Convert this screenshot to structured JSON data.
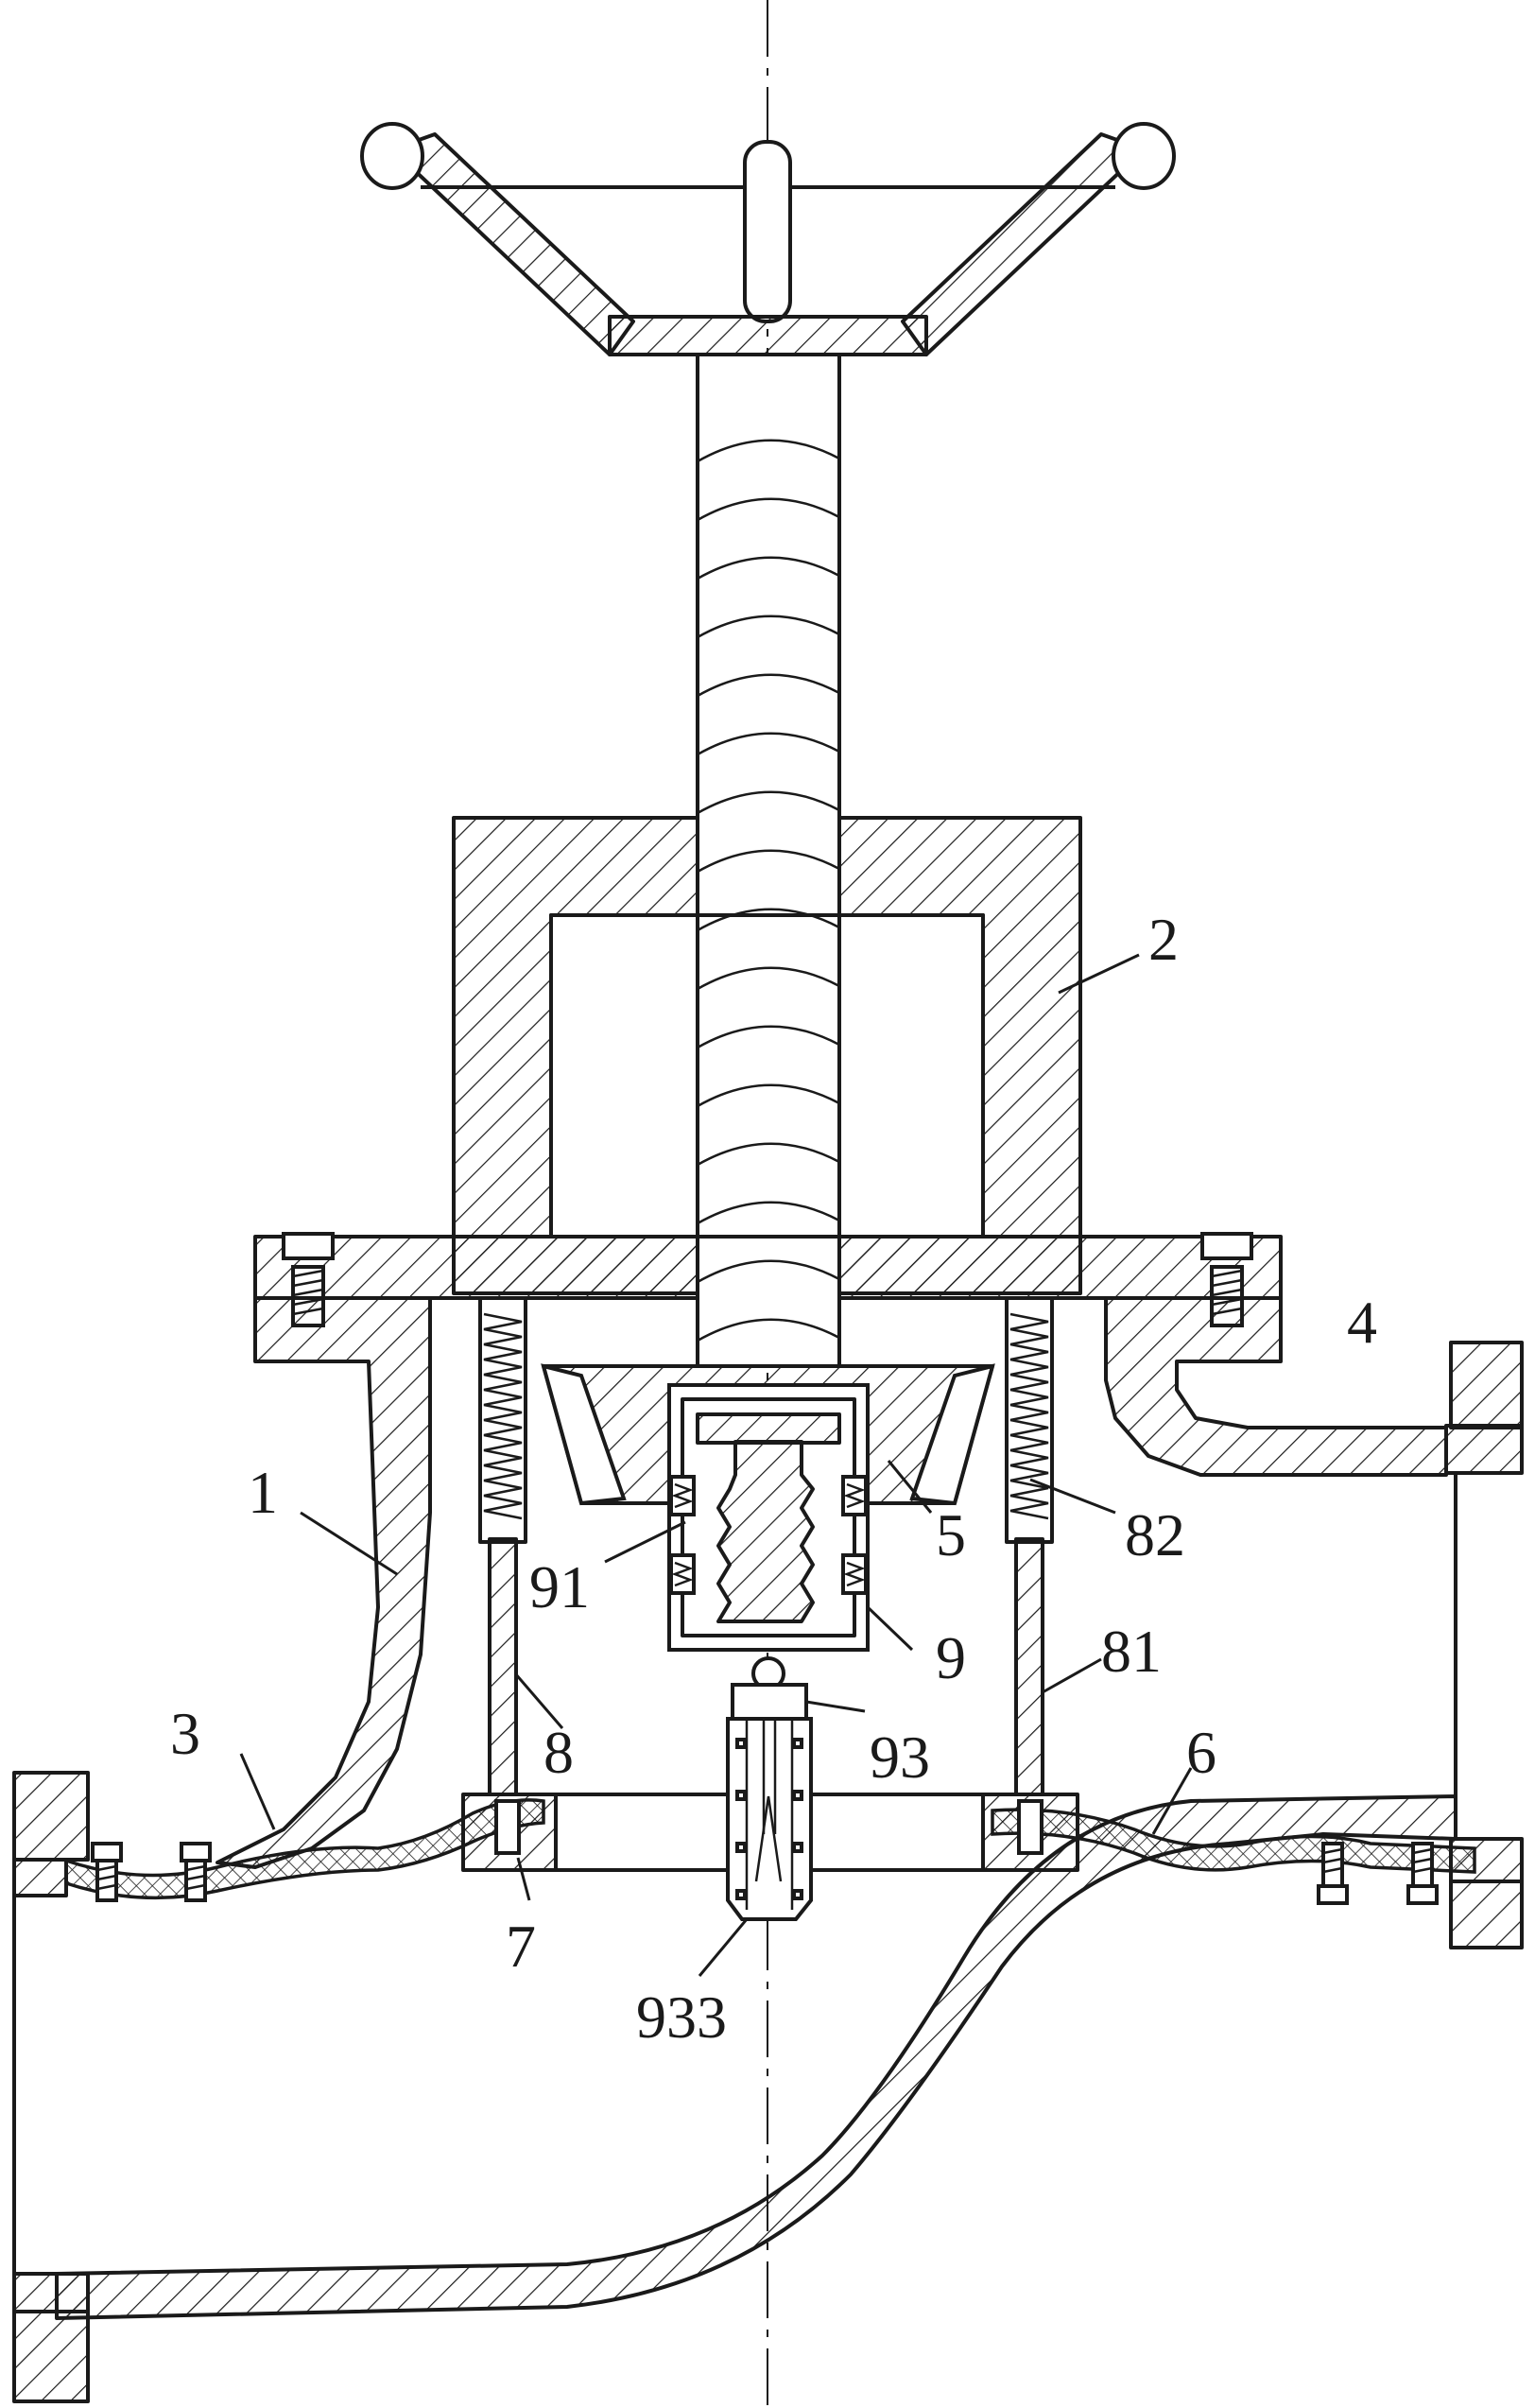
{
  "labels": {
    "l1": "1",
    "l2": "2",
    "l3": "3",
    "l4": "4",
    "l5": "5",
    "l6": "6",
    "l7": "7",
    "l8": "8",
    "l9": "9",
    "l81": "81",
    "l82": "82",
    "l91": "91",
    "l93": "93",
    "l933": "933"
  }
}
